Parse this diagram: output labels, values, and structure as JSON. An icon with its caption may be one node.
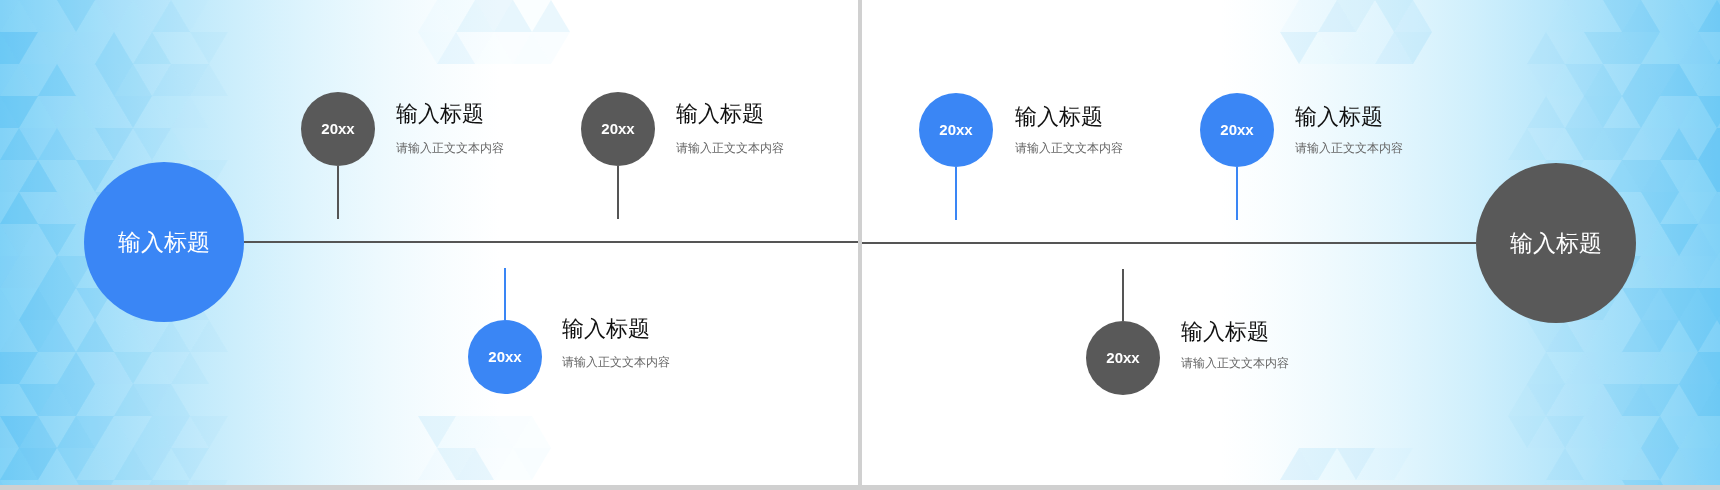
{
  "diagram": {
    "nodes": [
      {
        "text": [
          "输入标题"
        ]
      },
      {
        "text": [
          "20xx"
        ],
        "beside": [
          "输入标题",
          "请输入正文文本内容"
        ]
      },
      {
        "text": [
          "20xx"
        ],
        "beside": [
          "输入标题",
          "请输入正文文本内容"
        ]
      },
      {
        "text": [
          "20xx"
        ],
        "beside": [
          "输入标题",
          "请输入正文文本内容"
        ]
      },
      {
        "text": [
          "20xx"
        ],
        "beside": [
          "输入标题",
          "请输入正文文本内容"
        ]
      },
      {
        "text": [
          "20xx"
        ],
        "beside": [
          "输入标题",
          "请输入正文文本内容"
        ]
      },
      {
        "text": [
          "20xx"
        ],
        "beside": [
          "输入标题",
          "请输入正文文本内容"
        ]
      },
      {
        "text": [
          "输入标题"
        ]
      }
    ],
    "edges": [
      {
        "from": 0,
        "to": null,
        "arrow": "none"
      },
      {
        "from": 1,
        "to": null,
        "arrow": "none"
      },
      {
        "from": 2,
        "to": null,
        "arrow": "none"
      },
      {
        "from": 3,
        "to": null,
        "arrow": "none",
        "color": "#3a86f5"
      },
      {
        "from": 4,
        "to": null,
        "arrow": "none",
        "color": "#3a86f5"
      },
      {
        "from": 5,
        "to": null,
        "arrow": "none",
        "color": "#3a86f5"
      },
      {
        "from": 6,
        "to": null,
        "arrow": "none"
      },
      {
        "from": null,
        "to": 7,
        "arrow": "none"
      }
    ]
  }
}
